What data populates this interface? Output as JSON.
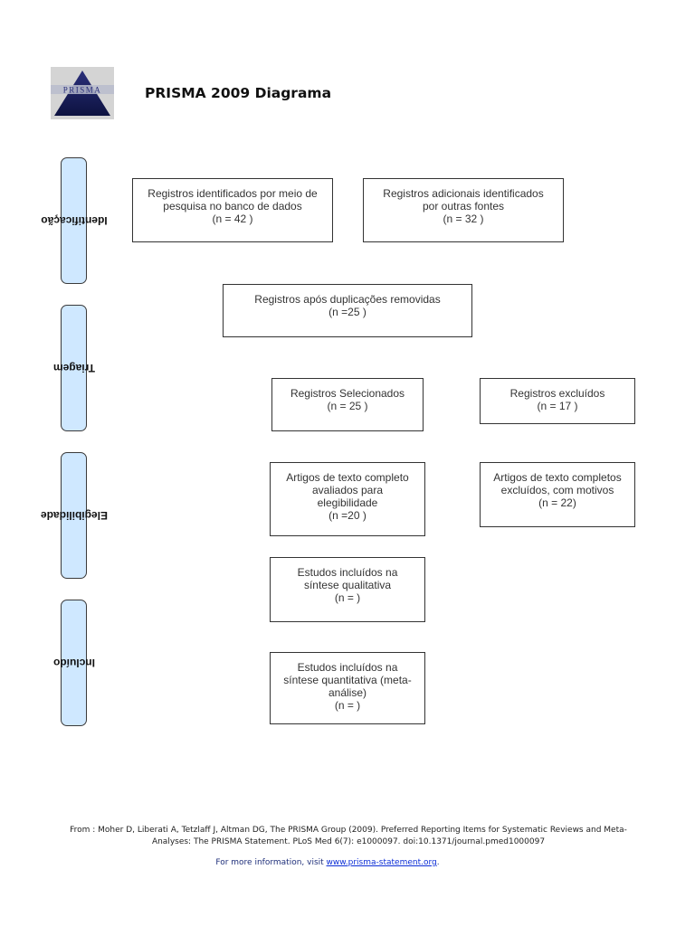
{
  "header": {
    "logo_text": "PRISMA",
    "title": "PRISMA 2009 Diagrama"
  },
  "phases": [
    {
      "label": "Identificação"
    },
    {
      "label": "Triagem"
    },
    {
      "label": "Elegibilidade"
    },
    {
      "label": "Incluído"
    }
  ],
  "boxes": {
    "db_search": {
      "lines": [
        "Registros identificados por meio de",
        "pesquisa no banco de dados",
        "(n = 42 )"
      ]
    },
    "other_sources": {
      "lines": [
        "Registros adicionais identificados",
        "por outras fontes",
        "(n =  32 )"
      ]
    },
    "duplicates_removed": {
      "lines": [
        "Registros após duplicações removidas",
        "(n =25   )"
      ]
    },
    "screened": {
      "lines": [
        "Registros Selecionados",
        "(n =  25 )"
      ]
    },
    "excluded": {
      "lines": [
        "Registros excluídos",
        "(n = 17  )"
      ]
    },
    "fulltext_assessed": {
      "lines": [
        "Artigos de texto completo",
        "avaliados para",
        "elegibilidade",
        "(n =20   )"
      ]
    },
    "fulltext_excluded": {
      "lines": [
        "Artigos de texto completos",
        "excluídos, com motivos",
        "(n =   22)"
      ]
    },
    "qualitative": {
      "lines": [
        "Estudos incluídos na",
        "síntese qualitativa",
        "(n =   )"
      ]
    },
    "quantitative": {
      "lines": [
        "Estudos incluídos na",
        "síntese quantitativa (meta-",
        "análise)",
        "(n =   )"
      ]
    }
  },
  "citation": {
    "line1": "From :  Moher D, Liberati A, Tetzlaff J, Altman DG, The PRISMA Group (2009). Preferred Reporting Items for Systematic Reviews and Meta-",
    "line2": "Analyses: The PRISMA Statement. PLoS Med 6(7): e1000097. doi:10.1371/journal.pmed1000097"
  },
  "more_info": {
    "prefix": "For more information, visit ",
    "link": "www.prisma-statement.org",
    "suffix": "."
  }
}
